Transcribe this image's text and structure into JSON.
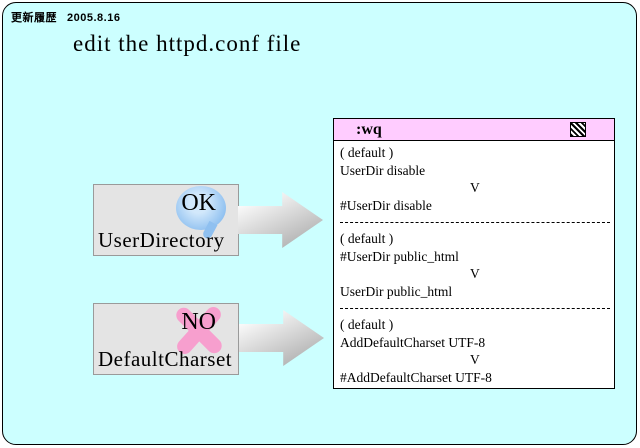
{
  "meta": {
    "history_label": "更新履歴",
    "history_date": "2005.8.16"
  },
  "title": "edit the httpd.conf file",
  "panel": {
    "header_title": ":wq",
    "header_icon": "hatched-square",
    "change_indicator": "V",
    "sections": [
      {
        "default_label": "( default )",
        "before": "UserDir disable",
        "after": "#UserDir disable"
      },
      {
        "default_label": "( default )",
        "before": "#UserDir public_html",
        "after": "UserDir public_html"
      },
      {
        "default_label": "( default )",
        "before": "AddDefaultCharset UTF-8",
        "after": "#AddDefaultCharset UTF-8"
      }
    ]
  },
  "labels": [
    {
      "verdict": "OK",
      "name": "UserDirectory"
    },
    {
      "verdict": "NO",
      "name": "DefaultCharset"
    }
  ],
  "colors": {
    "background": "#ccffff",
    "panel_header": "#ffccff",
    "panel_body": "#ffffff",
    "box_fill": "#e4e4e4",
    "ok_mark": "#8fc0f0",
    "no_mark": "#f79fce",
    "arrow_gradient_start": "#fafafa",
    "arrow_gradient_end": "#a8a8a8"
  }
}
